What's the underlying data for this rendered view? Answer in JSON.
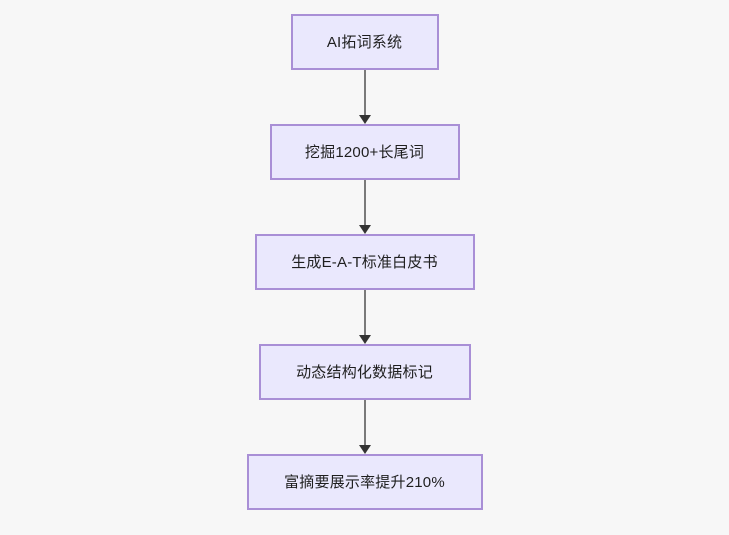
{
  "diagram": {
    "type": "flowchart",
    "orientation": "top-to-bottom",
    "background_color": "#f7f7f7",
    "node_fill_color": "#eae8fd",
    "node_border_color": "#a98fd6",
    "node_text_color": "#1f1f1f",
    "connector_color": "#7a7a7a",
    "arrowhead_color": "#333333",
    "nodes": [
      {
        "id": "n1",
        "label": "AI拓词系统"
      },
      {
        "id": "n2",
        "label": "挖掘1200+长尾词"
      },
      {
        "id": "n3",
        "label": "生成E-A-T标准白皮书"
      },
      {
        "id": "n4",
        "label": "动态结构化数据标记"
      },
      {
        "id": "n5",
        "label": "富摘要展示率提升210%"
      }
    ],
    "edges": [
      {
        "from": "n1",
        "to": "n2",
        "label": ""
      },
      {
        "from": "n2",
        "to": "n3",
        "label": ""
      },
      {
        "from": "n3",
        "to": "n4",
        "label": ""
      },
      {
        "from": "n4",
        "to": "n5",
        "label": ""
      }
    ]
  }
}
